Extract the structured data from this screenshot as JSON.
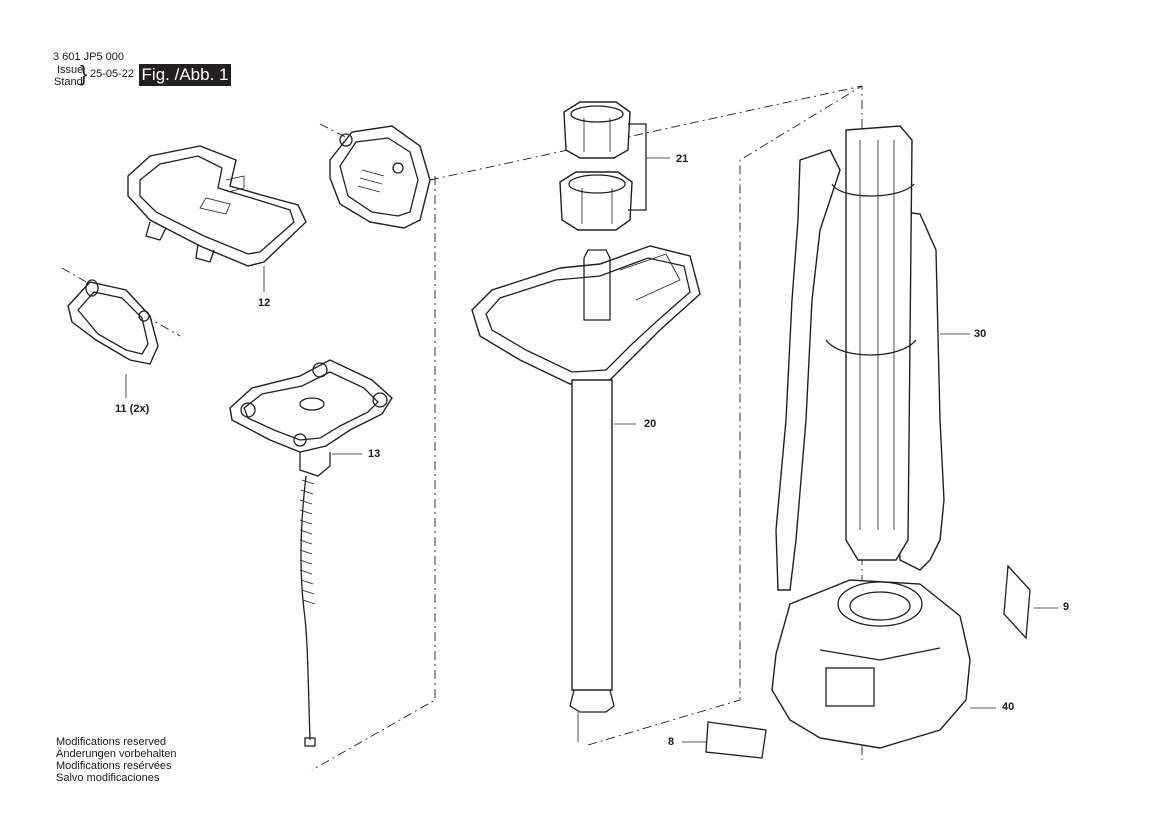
{
  "header": {
    "part_number": "3 601 JP5 000",
    "issue_label": "Issue",
    "stand_label": "Stand",
    "brace": "}",
    "date": "25-05-22",
    "figure": "Fig. /Abb. 1"
  },
  "parts": [
    {
      "id": "12",
      "label": "12"
    },
    {
      "id": "11",
      "label": "11 (2x)"
    },
    {
      "id": "13",
      "label": "13"
    },
    {
      "id": "21",
      "label": "21"
    },
    {
      "id": "20",
      "label": "20"
    },
    {
      "id": "30",
      "label": "30"
    },
    {
      "id": "9",
      "label": "9"
    },
    {
      "id": "40",
      "label": "40"
    },
    {
      "id": "8",
      "label": "8"
    }
  ],
  "footer": {
    "lines": [
      "Modifications reserved",
      "Änderungen vorbehalten",
      "Modifications resérvées",
      "Salvo modificaciones"
    ]
  }
}
